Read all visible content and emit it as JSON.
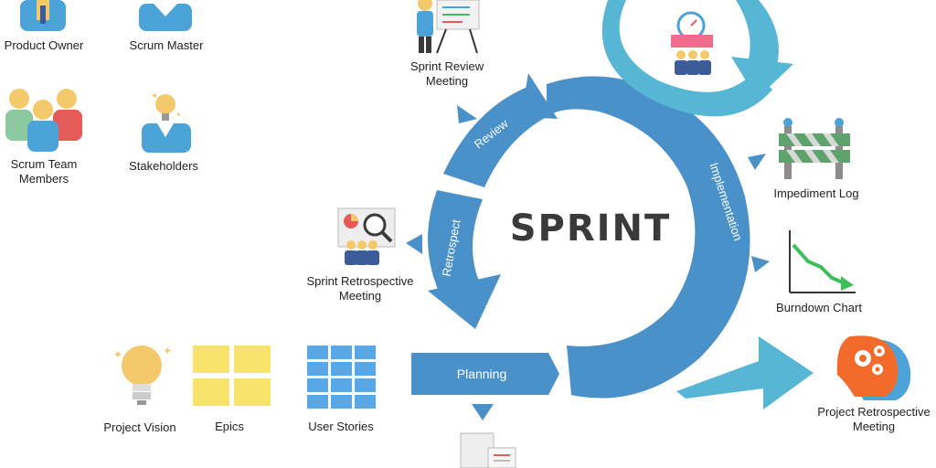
{
  "roles": {
    "product_owner": "Product Owner",
    "scrum_master": "Scrum Master",
    "team_members_l1": "Scrum Team",
    "team_members_l2": "Members",
    "stakeholders": "Stakeholders"
  },
  "cycle": {
    "center": "SPRINT",
    "review": "Review",
    "implementation": "Implementation",
    "retrospect": "Retrospect",
    "planning": "Planning"
  },
  "artifacts": {
    "sprint_review_l1": "Sprint Review",
    "sprint_review_l2": "Meeting",
    "sprint_retro_l1": "Sprint Retrospective",
    "sprint_retro_l2": "Meeting",
    "impediment_log": "Impediment Log",
    "burndown_chart": "Burndown Chart",
    "project_retro_l1": "Project Retrospective",
    "project_retro_l2": "Meeting",
    "project_vision": "Project Vision",
    "epics": "Epics",
    "user_stories": "User Stories"
  },
  "colors": {
    "ring": "#4a90c9",
    "ring_light": "#57b6d3",
    "team_red": "#e45b57",
    "team_green": "#8cc9a0",
    "team_blue": "#4ca3d8",
    "skin": "#f4c96b",
    "sticky": "#f7e36a",
    "card": "#5aa7e6",
    "burndown_line": "#3cbf5b",
    "gear": "#f26b2a"
  },
  "icons": [
    "product-owner-icon",
    "scrum-master-icon",
    "scrum-team-icon",
    "stakeholders-icon",
    "sprint-review-icon",
    "daily-standup-icon",
    "impediment-log-icon",
    "burndown-chart-icon",
    "sprint-retrospective-icon",
    "project-retrospective-icon",
    "project-vision-icon",
    "epics-icon",
    "user-stories-icon",
    "release-scroll-icon"
  ]
}
